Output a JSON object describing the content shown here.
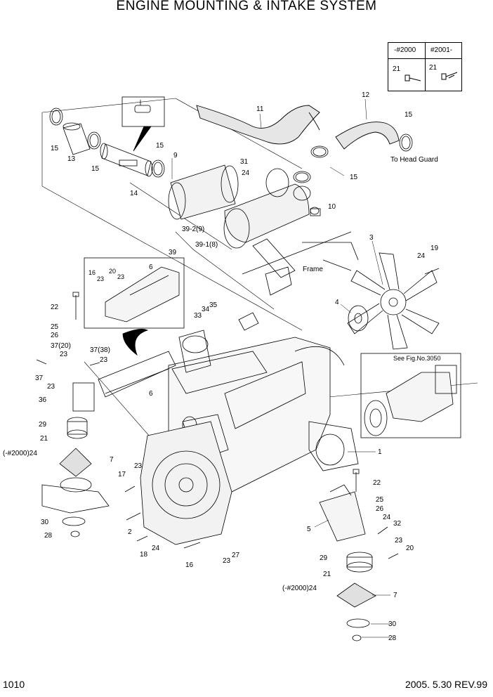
{
  "header": {
    "title": "ENGINE MOUNTING & INTAKE SYSTEM"
  },
  "footer": {
    "page_number": "1010",
    "revision": "2005. 5.30 REV.99"
  },
  "variant_table": {
    "col1": "-#2000",
    "col2": "#2001-",
    "part_left": "21",
    "part_right": "21"
  },
  "notes": {
    "to_head_guard": "To Head Guard",
    "frame": "Frame",
    "see_fig": "See Fig.No.3050"
  },
  "callouts": [
    "11",
    "12",
    "15",
    "15",
    "13",
    "15",
    "15",
    "14",
    "9",
    "31",
    "24",
    "15",
    "15",
    "10",
    "39-2(9)",
    "39-1(8)",
    "39",
    "3",
    "24",
    "19",
    "4",
    "6",
    "16",
    "23",
    "20",
    "23",
    "22",
    "25",
    "26",
    "33",
    "34",
    "35",
    "37(20)",
    "23",
    "37(38)",
    "23",
    "37",
    "23",
    "36",
    "6",
    "29",
    "21",
    "(-#2000)24",
    "7",
    "23",
    "17",
    "30",
    "28",
    "2",
    "18",
    "24",
    "16",
    "23",
    "27",
    "1",
    "22",
    "25",
    "26",
    "5",
    "24",
    "32",
    "23",
    "20",
    "29",
    "21",
    "(-#2000)24",
    "7",
    "30",
    "28"
  ]
}
